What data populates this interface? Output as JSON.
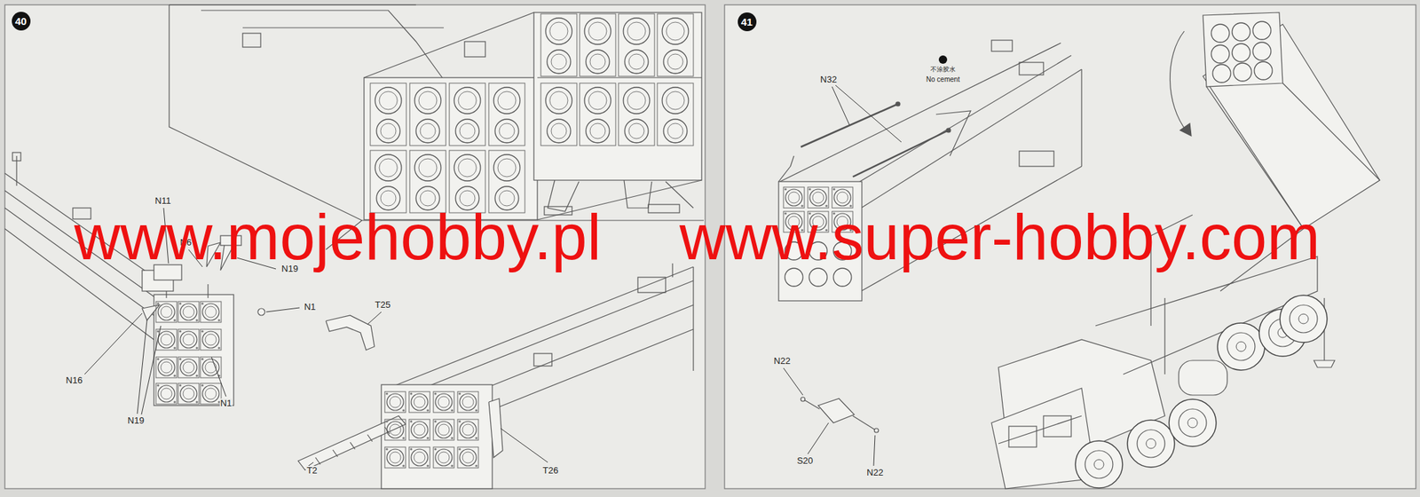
{
  "diagram": {
    "nodes": [
      {
        "text": [
          "40"
        ]
      },
      {
        "text": [
          "41"
        ]
      }
    ],
    "labels": [
      "N11",
      "N6",
      "N19",
      "N1",
      "N16",
      "N19",
      "N1",
      "T25",
      "T2",
      "T26",
      "N32",
      "不涂胶水",
      "No cement",
      "N22",
      "S20",
      "N22",
      "www.mojehobby.pl",
      "www.super-hobby.com"
    ]
  }
}
